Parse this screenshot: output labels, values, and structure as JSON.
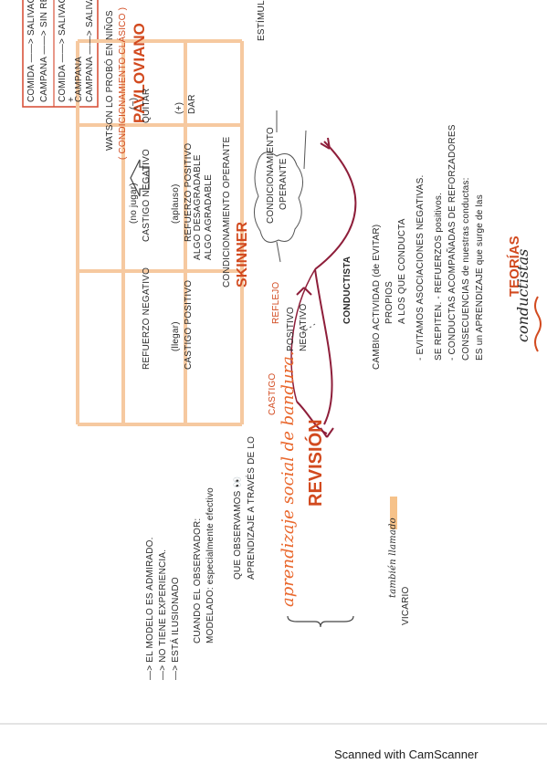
{
  "top": {
    "box": [
      "COMIDA ——> SALIVACIÓN",
      "CAMPANA ——> SIN RESPUESTA",
      "COMIDA ——> SALIVACIÓN",
      "+",
      "CAMPANA",
      "CAMPANA ——> SALIVACIÓN."
    ],
    "watson": "WATSON LO PROBÓ EN NIÑOS",
    "clasico": "( CONDICIONAMIENTO CLÁSICO )"
  },
  "pavloviano": "PAVLOVIANO",
  "left_col": {
    "estimulo": "ESTÍMULO",
    "operante": [
      "CONDICIONAMIENTO",
      "OPERANTE"
    ],
    "reflejo": "REFLEJO",
    "positivo": "POSITIVO",
    "negativo": "NEGATIVO",
    "castigo": "CASTIGO"
  },
  "skinner": "SKINNER",
  "cond_operante": "CONDICIONAMIENTO OPERANTE",
  "table": {
    "col_headers": [
      "ALGO AGRADABLE",
      "ALGO DESAGRADABLE"
    ],
    "rows": [
      {
        "label": [
          "DAR",
          "(+)"
        ],
        "cells": [
          [
            "REFUERZO POSITIVO",
            "(aplauso)"
          ],
          [
            "CASTIGO POSITIVO",
            "(llegar)"
          ]
        ]
      },
      {
        "label": [
          "QUITAR",
          "(−)"
        ],
        "cells": [
          [
            "CASTIGO NEGATIVO",
            "(no jugar)"
          ],
          [
            "REFUERZO NEGATIVO",
            ""
          ]
        ]
      }
    ]
  },
  "teorias": {
    "title": "TEORÍAS",
    "subtitle": "conductistas",
    "lines": [
      "ES un APRENDIZAJE que surge de las",
      "CONSECUENCIAS de nuestras conductas:",
      "- CONDUCTAS ACOMPAÑADAS DE REFORZADORES",
      "  SE REPITEN. - REFUERZOS positivos.",
      "- EVITAMOS ASOCIACIONES NEGATIVAS.",
      "A LOS QUE CONDUCTA",
      "PROPIOS",
      "CAMBIO ACTIVIDAD (de EVITAR)"
    ],
    "conductista": "CONDUCTISTA"
  },
  "revision": {
    "title": "REVISIÓN",
    "subtitle": "aprendizaje social de bandura.",
    "lines": [
      "APRENDIZAJE A TRAVÉS DE LO",
      "QUE OBSERVAMOS 👀",
      "también llamado",
      "VICARIO"
    ],
    "modelado": "MODELADO: especialmente efectivo",
    "modelado2": "CUANDO EL OBSERVADOR:",
    "bullets": [
      "—> ESTÁ ILUSIONADO",
      "—> NO TIENE EXPERIENCIA.",
      "—> EL MODELO ES ADMIRADO."
    ]
  },
  "footer": "Scanned with CamScanner",
  "colors": {
    "accent_orange": "#e9672c",
    "accent_red": "#d24a1f",
    "maroon": "#8e1e3a",
    "table": "#f6c9a0"
  }
}
